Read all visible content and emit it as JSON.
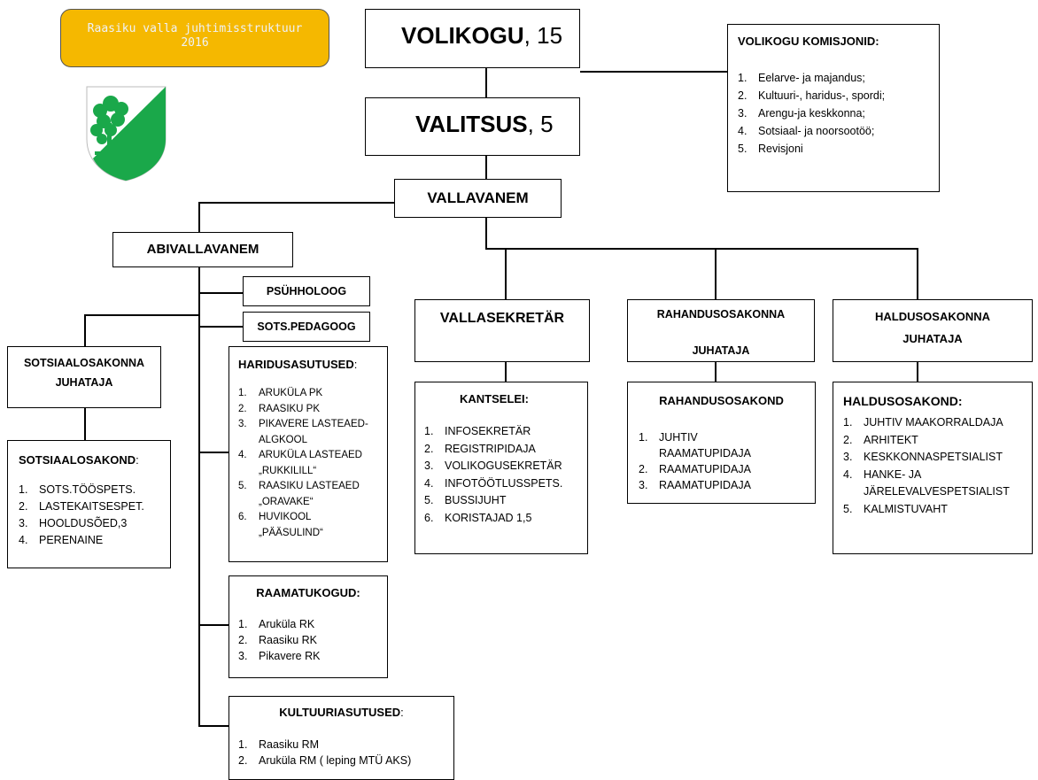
{
  "title": {
    "line1": "Raasiku valla juhtimisstruktuur",
    "line2": "2016"
  },
  "volikogu": {
    "name": "VOLIKOGU",
    "count": ", 15"
  },
  "valitsus": {
    "name": "VALITSUS",
    "count": ", 5"
  },
  "komisjonid": {
    "heading": "VOLIKOGU KOMISJONID:",
    "items": [
      "Eelarve- ja majandus;",
      "Kultuuri-, haridus-, spordi;",
      "Arengu-ja keskkonna;",
      "Sotsiaal- ja noorsootöö;",
      "Revisjoni"
    ]
  },
  "vallavanem": "VALLAVANEM",
  "abivallavanem": "ABIVALLAVANEM",
  "psyhholoog": "PSÜHHOLOOG",
  "sotspedagoog": "SOTS.PEDAGOOG",
  "sotsiaal_juhataja": {
    "line1": "SOTSIAALOSAKONNA",
    "line2": "JUHATAJA"
  },
  "sotsiaalosakond": {
    "heading": "SOTSIAALOSAKOND",
    "colon": ":",
    "items": [
      "SOTS.TÖÖSPETS.",
      "LASTEKAITSESPET.",
      "HOOLDUSÕED,3",
      "PERENAINE"
    ]
  },
  "haridusasutused": {
    "heading": "HARIDUSASUTUSED",
    "colon": ":",
    "items": [
      "ARUKÜLA PK",
      "RAASIKU PK",
      "PIKAVERE LASTEAED-\nALGKOOL",
      "ARUKÜLA LASTEAED\n„RUKKILILL“",
      "RAASIKU LASTEAED\n„ORAVAKE“",
      "HUVIKOOL\n„PÄÄSULIND“"
    ]
  },
  "raamatukogud": {
    "heading": "RAAMATUKOGUD:",
    "items": [
      "Aruküla RK",
      "Raasiku RK",
      "Pikavere RK"
    ]
  },
  "kultuuriasutused": {
    "heading": "KULTUURIASUTUSED",
    "colon": ":",
    "items": [
      "Raasiku RM",
      "Aruküla RM ( leping MTÜ AKS)"
    ]
  },
  "vallasekretar": "VALLASEKRETÄR",
  "kantselei": {
    "heading": "KANTSELEI:",
    "items": [
      "INFOSEKRETÄR",
      "REGISTRIPIDAJA",
      "VOLIKOGUSEKRETÄR",
      "INFOTÖÖTLUSSPETS.",
      "BUSSIJUHT",
      "KORISTAJAD 1,5"
    ]
  },
  "rahandus_juhataja": {
    "line1": "RAHANDUSOSAKONNA",
    "line2": "JUHATAJA"
  },
  "rahandusosakond": {
    "heading": "RAHANDUSOSAKOND",
    "items": [
      "JUHTIV\nRAAMATUPIDAJA",
      "RAAMATUPIDAJA",
      "RAAMATUPIDAJA"
    ]
  },
  "haldus_juhataja": {
    "line1": "HALDUSOSAKONNA",
    "line2": "JUHATAJA"
  },
  "haldusosakond": {
    "heading": "HALDUSOSAKOND:",
    "items": [
      "JUHTIV MAAKORRALDAJA",
      "ARHITEKT",
      "KESKKONNASPETSIALIST",
      "HANKE- JA\nJÄRELEVALVESPETSIALIST",
      "KALMISTUVAHT"
    ]
  },
  "colors": {
    "title_bg": "#f5b800",
    "title_text": "#eef2f8",
    "shield_green": "#1aa84a"
  }
}
